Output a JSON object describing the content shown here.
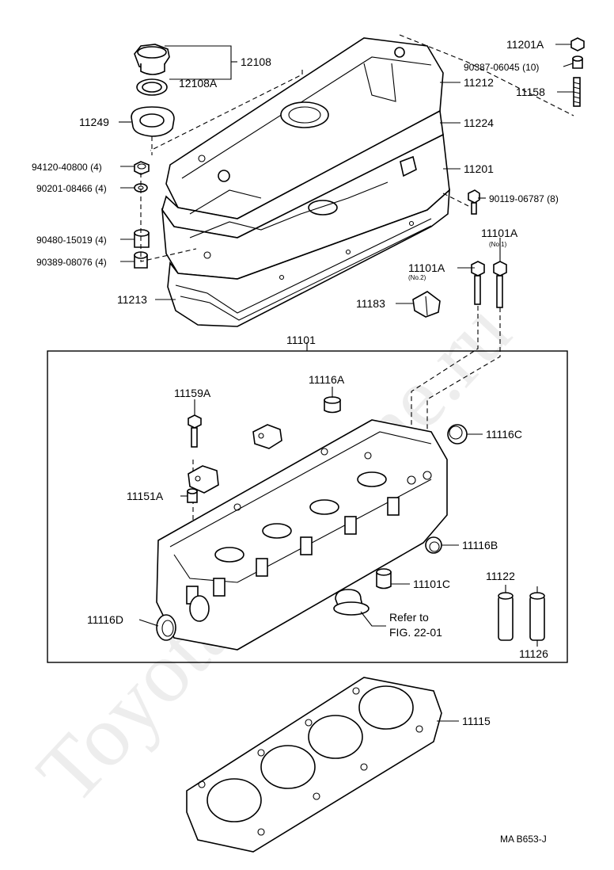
{
  "watermark": "ToyotaCarMine.ru",
  "diagram_code": "MA  B653-J",
  "callouts": {
    "p12108": "12108",
    "p12108A": "12108A",
    "p11249": "11249",
    "p94120": "94120-40800 (4)",
    "p90201": "90201-08466 (4)",
    "p90480": "90480-15019 (4)",
    "p90389": "90389-08076 (4)",
    "p11213": "11213",
    "p11201A": "11201A",
    "p90387": "90387-06045 (10)",
    "p11212": "11212",
    "p11158": "11158",
    "p11224": "11224",
    "p11201": "11201",
    "p90119": "90119-06787 (8)",
    "p11101A_no1": "11101A",
    "no1": "(No.1)",
    "p11101A_no2": "11101A",
    "no2": "(No.2)",
    "p11183": "11183",
    "p11101": "11101",
    "p11116A": "11116A",
    "p11159A": "11159A",
    "p11116C": "11116C",
    "p11151A": "11151A",
    "p11116B": "11116B",
    "p11101C": "11101C",
    "p11122": "11122",
    "p11116D": "11116D",
    "refer1": "Refer to",
    "refer2": "FIG. 22-01",
    "p11126": "11126",
    "p11115": "11115"
  },
  "colors": {
    "ink": "#000000",
    "paper": "#ffffff"
  }
}
